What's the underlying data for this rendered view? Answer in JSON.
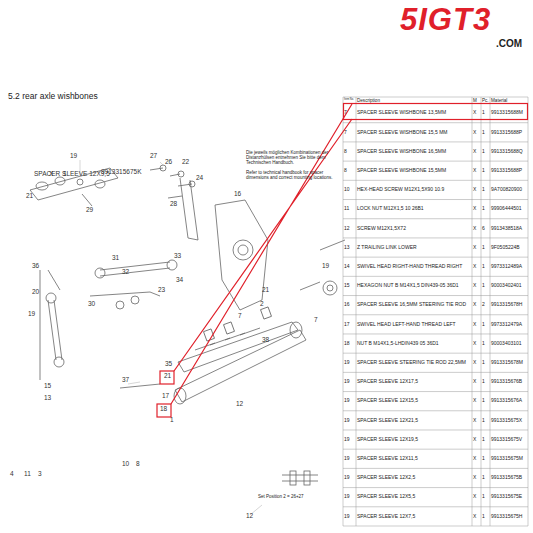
{
  "diagram": {
    "title": "5.2 rear axle wishbones",
    "labels": [
      "5IGT3",
      ".COM",
      "Die jeweils möglichen Kombinationen der Distanzhülsen entnehmen Sie bitte dem Technischen Handbuch.",
      "Refer to technical handbook for spacer dimensions and correct mounting locations.",
      "Set Position 2 = 26+27",
      "Item No.",
      "Description",
      "M",
      "Pc.",
      "Material",
      "7",
      "SPACER SLEEVE WISHBONE 13,5MM",
      "X",
      "1",
      "9913315688M",
      "7",
      "SPACER SLEEVE WISHBONE 15,5 MM",
      "X",
      "1",
      "9913315688P",
      "8",
      "SPACER SLEEVE WISHBONE 16,5MM",
      "X",
      "1",
      "9913315688Q",
      "8",
      "SPACER SLEEVE WISHBONE 15,5MM",
      "X",
      "1",
      "9913315688P",
      "10",
      "HEX-HEAD SCREW M12X1,5X90 10.9",
      "X",
      "1",
      "9A700820900",
      "11",
      "LOCK NUT M12X1,5 10 26B1",
      "X",
      "1",
      "99906444501",
      "12",
      "SCREW M12X1,5X72",
      "X",
      "6",
      "9913438518A",
      "13",
      "Z TRAILING LINK LOWER",
      "X",
      "1",
      "9F0505224B",
      "14",
      "SWIVEL HEAD RIGHT-HAND THREAD RIGHT",
      "X",
      "1",
      "9973312489A",
      "15",
      "HEXAGON NUT B M14X1,5 DIN439-05 36D1",
      "X",
      "1",
      "90003402401",
      "16",
      "SPACER SLEEVE 16,5MM STEERING TIE ROD",
      "X",
      "2",
      "9913315678H",
      "17",
      "SWIVEL HEAD LEFT-HAND THREAD LEFT",
      "X",
      "1",
      "9973312479A",
      "18",
      "NUT B M14X1,5-LHDIN439 05 36D1",
      "X",
      "1",
      "90003403101",
      "19",
      "SPACER SLEEVE STEERING TIE ROD 22,5MM",
      "X",
      "1",
      "9913315678M",
      "19",
      "SPACER SLEEVE 12X17,5",
      "X",
      "1",
      "9913315676B",
      "19",
      "SPACER SLEEVE 12X15,5",
      "X",
      "1",
      "9913315676A",
      "19",
      "SPACER SLEEVE 12X21,5",
      "X",
      "1",
      "9913315675X",
      "19",
      "SPACER SLEEVE 12X19,5",
      "X",
      "1",
      "9913315675V",
      "19",
      "SPACER SLEEVE 12X11,5",
      "X",
      "1",
      "9913315675M",
      "19",
      "SPACER SLEEVE 12X2,5",
      "X",
      "1",
      "9913315675B",
      "19",
      "SPACER SLEEVE 12X5,5",
      "X",
      "1",
      "9913315675E",
      "19",
      "SPACER SLEEVE 12X7,5",
      "X",
      "1",
      "9913315675H",
      "19",
      "SPACER SLEEVE 12X9,5",
      "X",
      "1",
      "9913315675K",
      "21",
      "29",
      "27",
      "26",
      "22",
      "24",
      "28",
      "16",
      "31",
      "32",
      "33",
      "34",
      "36",
      "30",
      "23",
      "19",
      "19",
      "21",
      "20",
      "15",
      "13",
      "37",
      "35",
      "21",
      "17",
      "18",
      "12",
      "12",
      "7",
      "2",
      "7",
      "1",
      "38",
      "10",
      "8",
      "4",
      "11",
      "3"
    ]
  }
}
